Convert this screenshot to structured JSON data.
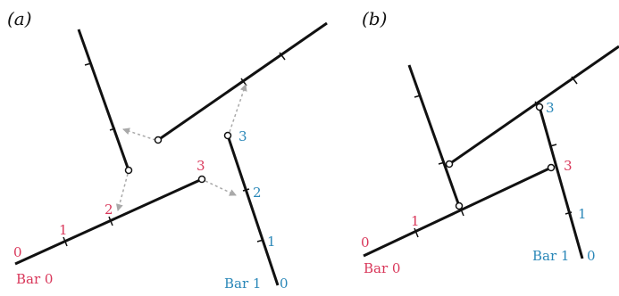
{
  "colors": {
    "bar": "#111111",
    "bar0_labels": "#d9375a",
    "bar1_labels": "#2a87b8",
    "arrow": "#a9a9a9",
    "joint_fill": "#ffffff"
  },
  "panel_a": {
    "label": "(a)",
    "bar0_name": "Bar 0",
    "bar1_name": "Bar 1",
    "bar0_ticks": [
      "0",
      "1",
      "2",
      "3"
    ],
    "bar1_ticks": [
      "0",
      "1",
      "2",
      "3"
    ]
  },
  "panel_b": {
    "label": "(b)",
    "bar0_name": "Bar 0",
    "bar1_name": "Bar 1",
    "bar0_ticks": [
      "0",
      "1",
      "3"
    ],
    "bar1_ticks": [
      "0",
      "1",
      "3"
    ]
  }
}
